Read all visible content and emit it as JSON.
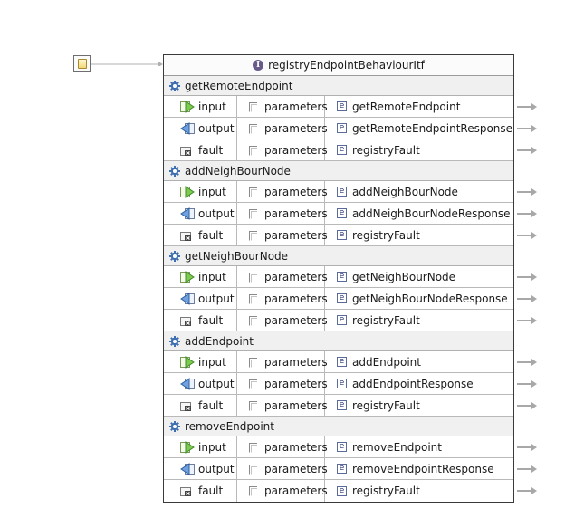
{
  "interface": {
    "title": "registryEndpointBehaviourItf",
    "icon": "interface-icon"
  },
  "operations": [
    {
      "name": "getRemoteEndpoint",
      "messages": [
        {
          "kind": "input",
          "part": "parameters",
          "element": "getRemoteEndpoint"
        },
        {
          "kind": "output",
          "part": "parameters",
          "element": "getRemoteEndpointResponse"
        },
        {
          "kind": "fault",
          "part": "parameters",
          "element": "registryFault"
        }
      ]
    },
    {
      "name": "addNeighBourNode",
      "messages": [
        {
          "kind": "input",
          "part": "parameters",
          "element": "addNeighBourNode"
        },
        {
          "kind": "output",
          "part": "parameters",
          "element": "addNeighBourNodeResponse"
        },
        {
          "kind": "fault",
          "part": "parameters",
          "element": "registryFault"
        }
      ]
    },
    {
      "name": "getNeighBourNode",
      "messages": [
        {
          "kind": "input",
          "part": "parameters",
          "element": "getNeighBourNode"
        },
        {
          "kind": "output",
          "part": "parameters",
          "element": "getNeighBourNodeResponse"
        },
        {
          "kind": "fault",
          "part": "parameters",
          "element": "registryFault"
        }
      ]
    },
    {
      "name": "addEndpoint",
      "messages": [
        {
          "kind": "input",
          "part": "parameters",
          "element": "addEndpoint"
        },
        {
          "kind": "output",
          "part": "parameters",
          "element": "addEndpointResponse"
        },
        {
          "kind": "fault",
          "part": "parameters",
          "element": "registryFault"
        }
      ]
    },
    {
      "name": "removeEndpoint",
      "messages": [
        {
          "kind": "input",
          "part": "parameters",
          "element": "removeEndpoint"
        },
        {
          "kind": "output",
          "part": "parameters",
          "element": "removeEndpointResponse"
        },
        {
          "kind": "fault",
          "part": "parameters",
          "element": "registryFault"
        }
      ]
    }
  ],
  "colors": {
    "panel_border": "#3a3a3a",
    "operation_header_bg": "#f0f0f0",
    "input_arrow": "#4caf50",
    "output_arrow": "#3a6fc4",
    "element_badge": "#22336b"
  }
}
